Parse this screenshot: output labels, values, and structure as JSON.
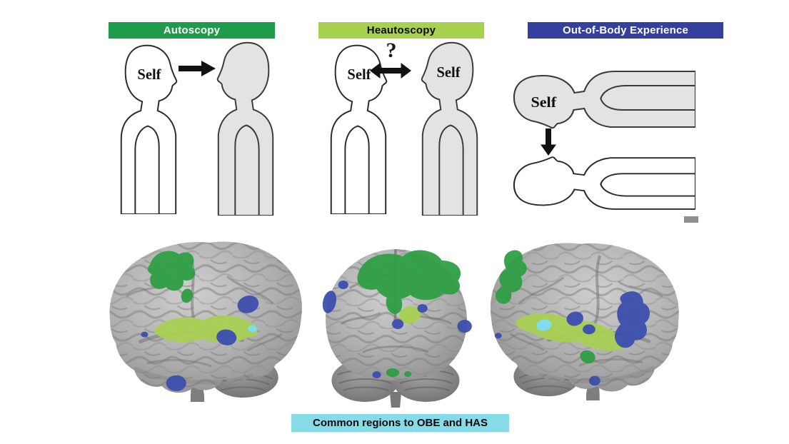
{
  "figure": {
    "background": "#ffffff"
  },
  "panels": {
    "autoscopy": {
      "title": "Autoscopy",
      "banner_bg": "#1f9c4b",
      "banner_fg": "#ffffff",
      "self_label": "Self"
    },
    "heautoscopy": {
      "title": "Heautoscopy",
      "banner_bg": "#a7d14f",
      "banner_fg": "#0a0a0a",
      "left_self_label": "Self",
      "right_self_label": "Self",
      "question_mark": "?"
    },
    "obe": {
      "title": "Out-of-Body Experience",
      "banner_bg": "#33409e",
      "banner_fg": "#ffffff",
      "self_label": "Self"
    }
  },
  "icons": {
    "autoscopy_arrow": "right-arrow",
    "heautoscopy_arrow": "double-headed-arrow",
    "obe_arrow": "down-arrow"
  },
  "brain_colors": {
    "green": "#2f9e44",
    "light_green": "#a9d054",
    "blue": "#3c4fad",
    "cyan": "#7fdff0",
    "cortex_gray": "#a8a8a8"
  },
  "caption": {
    "text": "Common regions to OBE and HAS",
    "bg": "#87dbe9",
    "fg": "#0a0a0a"
  }
}
